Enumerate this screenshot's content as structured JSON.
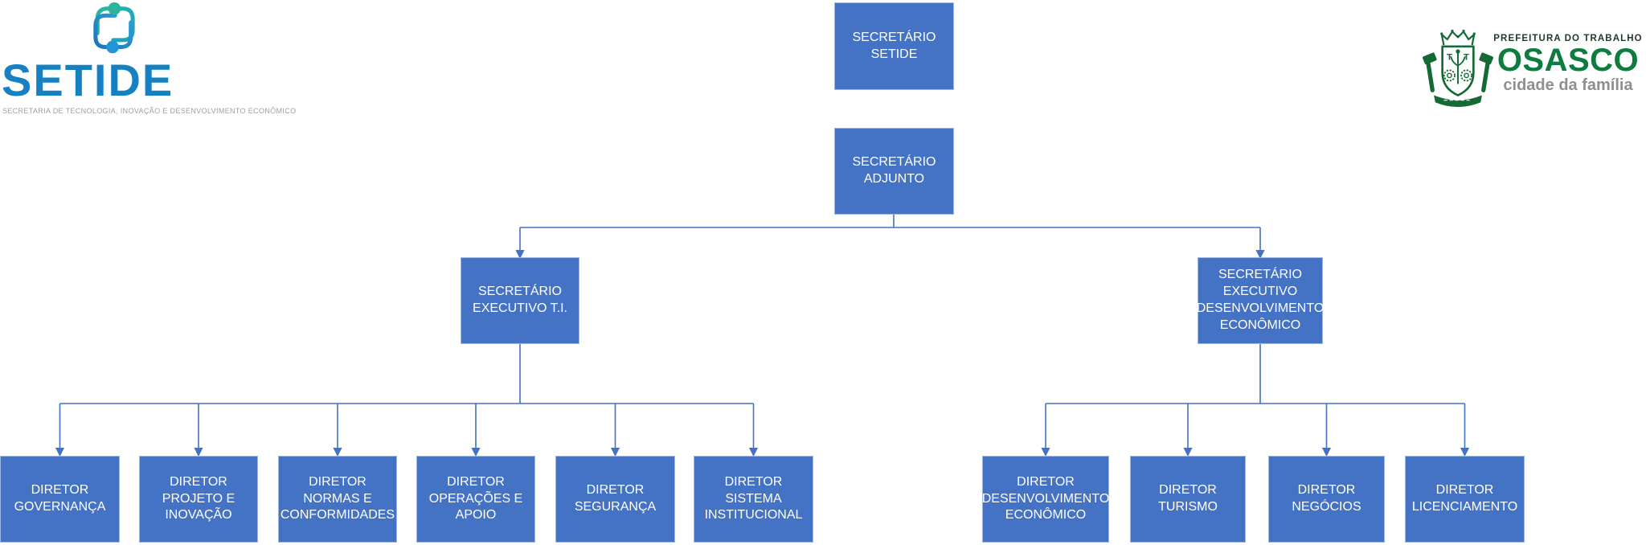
{
  "logos": {
    "setide": {
      "wordmark": "SETIDE",
      "caption": "SECRETARIA DE TECNOLOGIA, INOVAÇÃO E DESENVOLVIMENTO ECONÔMICO",
      "wordmark_color": "#1581C2",
      "icon_teal": "#2BB3A4",
      "icon_blue": "#1E86CB"
    },
    "osasco": {
      "line1": "PREFEITURA DO TRABALHO",
      "line2": "OSASCO",
      "line3": "cidade da família",
      "crest_letter": "T",
      "green": "#0E7C3E",
      "dark_text": "#1E3A26",
      "gray_text": "#8F8F8F"
    }
  },
  "org": {
    "node_fill": "#4472C4",
    "node_border": "#9DB6E4",
    "node_text_color": "#FFFFFF",
    "connector_color": "#4472C4",
    "root": {
      "label": "SECRETÁRIO\nSETIDE"
    },
    "adjunto": {
      "label": "SECRETÁRIO\nADJUNTO"
    },
    "exec_ti": {
      "label": "SECRETÁRIO\nEXECUTIVO T.I."
    },
    "exec_de": {
      "label": "SECRETÁRIO\nEXECUTIVO\nDESENVOLVIMENTO\nECONÔMICO"
    },
    "ti_directors": [
      {
        "label": "DIRETOR\nGOVERNANÇA"
      },
      {
        "label": "DIRETOR\nPROJETO E\nINOVAÇÃO"
      },
      {
        "label": "DIRETOR\nNORMAS E\nCONFORMIDADES"
      },
      {
        "label": "DIRETOR\nOPERAÇÕES E\nAPOIO"
      },
      {
        "label": "DIRETOR\nSEGURANÇA"
      },
      {
        "label": "DIRETOR\nSISTEMA\nINSTITUCIONAL"
      }
    ],
    "de_directors": [
      {
        "label": "DIRETOR\nDESENVOLVIMENTO\nECONÔMICO"
      },
      {
        "label": "DIRETOR\nTURISMO"
      },
      {
        "label": "DIRETOR\nNEGÓCIOS"
      },
      {
        "label": "DIRETOR\nLICENCIAMENTO"
      }
    ]
  }
}
